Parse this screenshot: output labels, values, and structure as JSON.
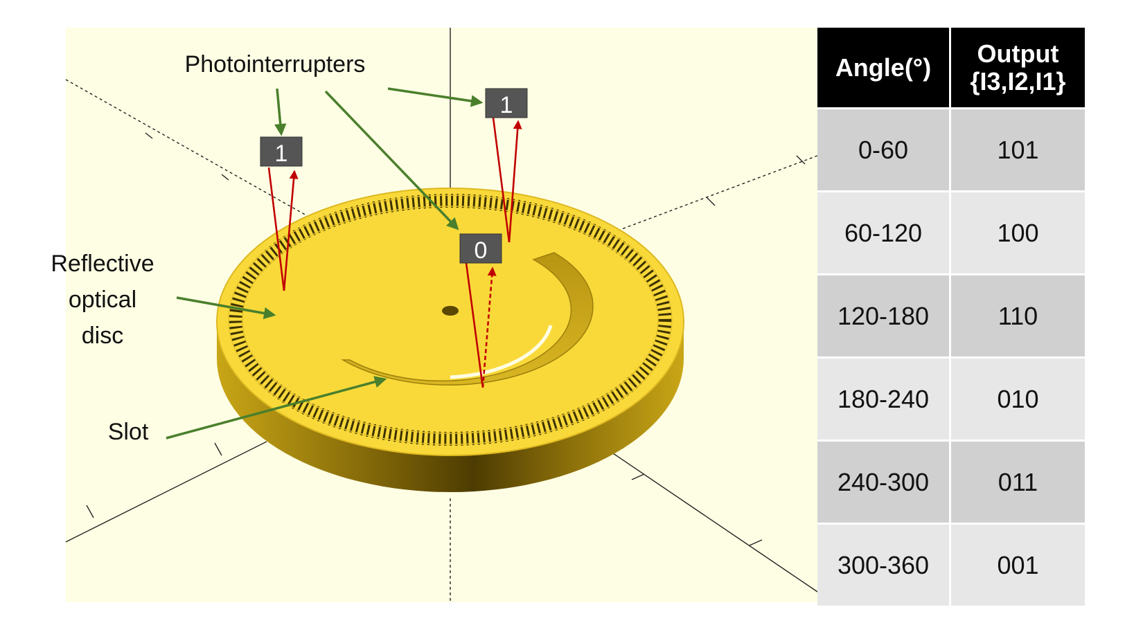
{
  "labels": {
    "photointerrupters": "Photointerrupters",
    "reflective_disc": [
      "Reflective",
      "optical",
      "disc"
    ],
    "slot": "Slot"
  },
  "sensor_readings": {
    "left": "1",
    "right": "1",
    "center": "0"
  },
  "table": {
    "header_angle": "Angle(°)",
    "header_output": [
      "Output",
      "{I3,I2,I1}"
    ],
    "rows": [
      {
        "angle": "0-60",
        "output": "101"
      },
      {
        "angle": "60-120",
        "output": "100"
      },
      {
        "angle": "120-180",
        "output": "110"
      },
      {
        "angle": "180-240",
        "output": "010"
      },
      {
        "angle": "240-300",
        "output": "011"
      },
      {
        "angle": "300-360",
        "output": "001"
      }
    ]
  },
  "colors": {
    "viewport_bg": "#fefee4",
    "disc_fill": "#f9d93a",
    "arrow_green": "#4a7f2c",
    "beam_red": "#c00000",
    "tag_bg": "#555555",
    "table_header_bg": "#000000",
    "row_dark": "#d0d0d0",
    "row_light": "#e7e7e7"
  }
}
